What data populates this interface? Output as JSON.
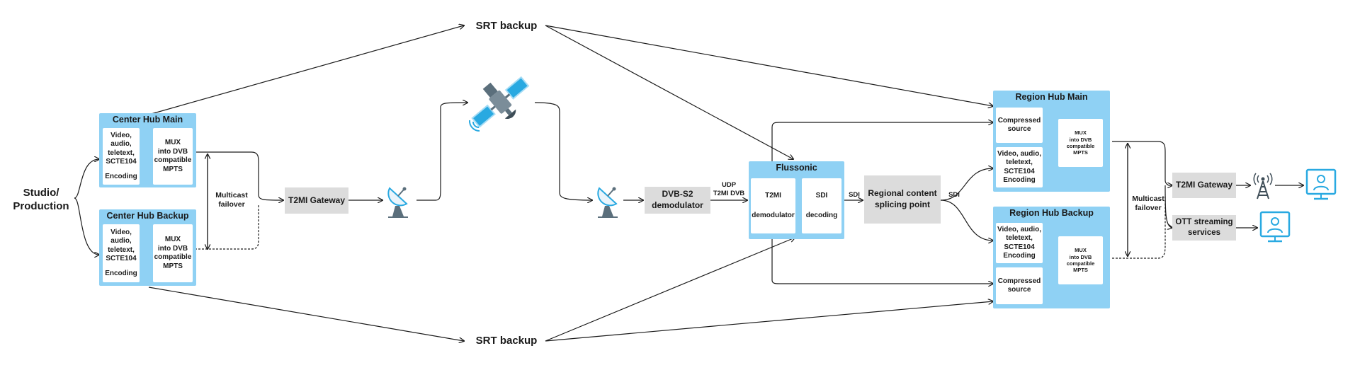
{
  "source": {
    "label_line1": "Studio/",
    "label_line2": "Production"
  },
  "srt_top": "SRT backup",
  "srt_bottom": "SRT backup",
  "center_main": {
    "title": "Center Hub Main",
    "enc_lines": [
      "Video,",
      "audio,",
      "teletext,",
      "SCTE104"
    ],
    "enc_label": "Encoding",
    "mux_lines": [
      "MUX",
      "into DVB",
      "compatible",
      "MPTS"
    ]
  },
  "center_backup": {
    "title": "Center Hub Backup",
    "enc_lines": [
      "Video,",
      "audio,",
      "teletext,",
      "SCTE104"
    ],
    "enc_label": "Encoding",
    "mux_lines": [
      "MUX",
      "into DVB",
      "compatible",
      "MPTS"
    ]
  },
  "multicast_left": [
    "Multicast",
    "failover"
  ],
  "t2mi_gateway_left": "T2MI Gateway",
  "dvb_demod": [
    "DVB-S2",
    "demodulator"
  ],
  "udp_label": [
    "UDP",
    "T2MI DVB"
  ],
  "flussonic": {
    "title": "Flussonic",
    "t2mi_lines": [
      "T2MI",
      "demodulator"
    ],
    "sdi_lines": [
      "SDI",
      "decoding"
    ]
  },
  "sdi_left": "SDI",
  "regional_splicing": [
    "Regional content",
    "splicing point"
  ],
  "sdi_right": "SDI",
  "region_main": {
    "title": "Region Hub Main",
    "compressed_lines": [
      "Compressed",
      "source"
    ],
    "enc_lines": [
      "Video, audio,",
      "teletext,",
      "SCTE104"
    ],
    "enc_label": "Encoding",
    "mux_lines": [
      "MUX",
      "into DVB",
      "compatible",
      "MPTS"
    ]
  },
  "region_backup": {
    "title": "Region Hub Backup",
    "enc_lines": [
      "Video, audio,",
      "teletext,",
      "SCTE104"
    ],
    "enc_label": "Encoding",
    "compressed_lines": [
      "Compressed",
      "source"
    ],
    "mux_lines": [
      "MUX",
      "into DVB",
      "compatible",
      "MPTS"
    ]
  },
  "multicast_right": [
    "Multicast",
    "failover"
  ],
  "t2mi_gateway_right": "T2MI Gateway",
  "ott": [
    "OTT streaming",
    "services"
  ],
  "icons": {
    "satellite": "satellite-icon",
    "dish": "satellite-dish-icon",
    "tower": "broadcast-tower-icon",
    "monitor": "monitor-user-icon"
  },
  "colors": {
    "hub_blue": "#8fd1f4",
    "gray_box": "#dcdcdc",
    "icon_blue": "#29a9e1",
    "icon_dark": "#5b6f7c"
  }
}
